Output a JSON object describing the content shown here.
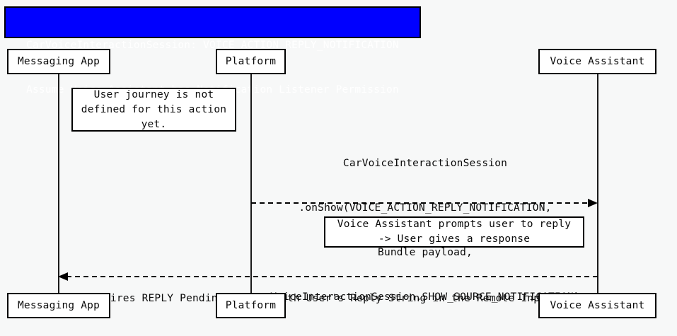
{
  "diagram": {
    "kind": "uml-sequence-diagram",
    "background_color": "#f7f8f8",
    "title": {
      "line1": "CarVoiceInteractionSession: VOICE_ACTION_REPLY_NOTIFICATION",
      "line2": "Assume Voice Assistant has Notification Listener Permission",
      "background_color": "#0000ff",
      "text_color": "#ffffff",
      "border_color": "#000000"
    },
    "participants": [
      {
        "id": "messaging-app",
        "label": "Messaging App"
      },
      {
        "id": "platform",
        "label": "Platform"
      },
      {
        "id": "voice-assistant",
        "label": "Voice Assistant"
      }
    ],
    "notes": [
      {
        "id": "note-user-journey",
        "attached_to": "messaging-app",
        "line1": "User journey is not",
        "line2": "defined for this action",
        "line3": "yet."
      },
      {
        "id": "note-voice-prompt",
        "attached_to": "voice-assistant",
        "line1": "Voice Assistant prompts user to reply",
        "line2": "-> User gives a response"
      }
    ],
    "messages": [
      {
        "id": "msg-onshow",
        "from": "platform",
        "to": "voice-assistant",
        "direction": "right",
        "style": "dashed",
        "arrowhead": "filled",
        "label_line1": "CarVoiceInteractionSession",
        "label_line2": ".onShow(VOICE_ACTION_REPLY_NOTIFICATION,",
        "label_line3": "Bundle payload,",
        "label_line4": "VoiceInteractionSession.SHOW_SOURCE_NOTIFICATION)"
      },
      {
        "id": "msg-reply-pending-intent",
        "from": "voice-assistant",
        "to": "messaging-app",
        "direction": "left",
        "style": "dashed",
        "arrowhead": "filled",
        "label_line1": "Fires REPLY Pending Intent with User's Reply String in the Remote Input"
      }
    ]
  }
}
